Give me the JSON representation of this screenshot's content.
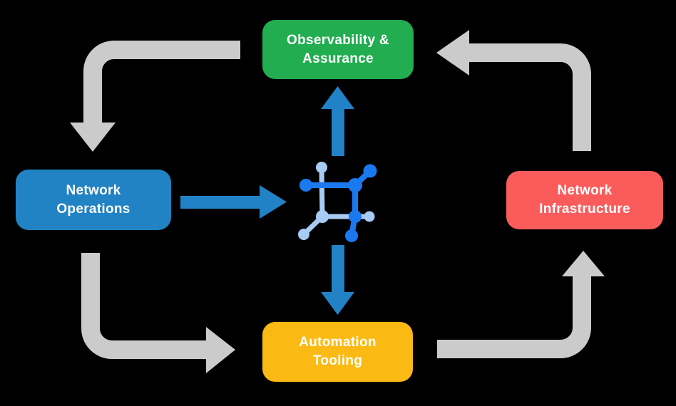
{
  "title": "Network automation lifecycle diagram",
  "canvas": {
    "background": "#000000"
  },
  "colors": {
    "arrow_gray": "#CBCBCB",
    "arrow_blue": "#2182C6",
    "icon_dark_blue": "#1B79F0",
    "icon_light_blue": "#A8CBF4",
    "label_text": "#FFFFFF"
  },
  "nodes": [
    {
      "id": "observability-assurance",
      "line1": "Observability &",
      "line2": "Assurance",
      "color": "#22AD50"
    },
    {
      "id": "network-operations",
      "line1": "Network",
      "line2": "Operations",
      "color": "#2182C4"
    },
    {
      "id": "network-infrastructure",
      "line1": "Network",
      "line2": "Infrastructure",
      "color": "#FA5C5C"
    },
    {
      "id": "automation-tooling",
      "line1": "Automation",
      "line2": "Tooling",
      "color": "#FBB913"
    }
  ],
  "center_icon": {
    "name": "network-automation-icon"
  },
  "edges": [
    {
      "from": "observability-assurance",
      "to": "network-operations",
      "style": "gray-elbow"
    },
    {
      "from": "network-operations",
      "to": "automation-tooling",
      "style": "gray-elbow"
    },
    {
      "from": "automation-tooling",
      "to": "network-infrastructure",
      "style": "gray-elbow"
    },
    {
      "from": "network-infrastructure",
      "to": "observability-assurance",
      "style": "gray-elbow"
    },
    {
      "from": "network-operations",
      "to": "center-icon",
      "style": "blue-straight"
    },
    {
      "from": "center-icon",
      "to": "observability-assurance",
      "style": "blue-straight"
    },
    {
      "from": "center-icon",
      "to": "automation-tooling",
      "style": "blue-straight"
    }
  ]
}
